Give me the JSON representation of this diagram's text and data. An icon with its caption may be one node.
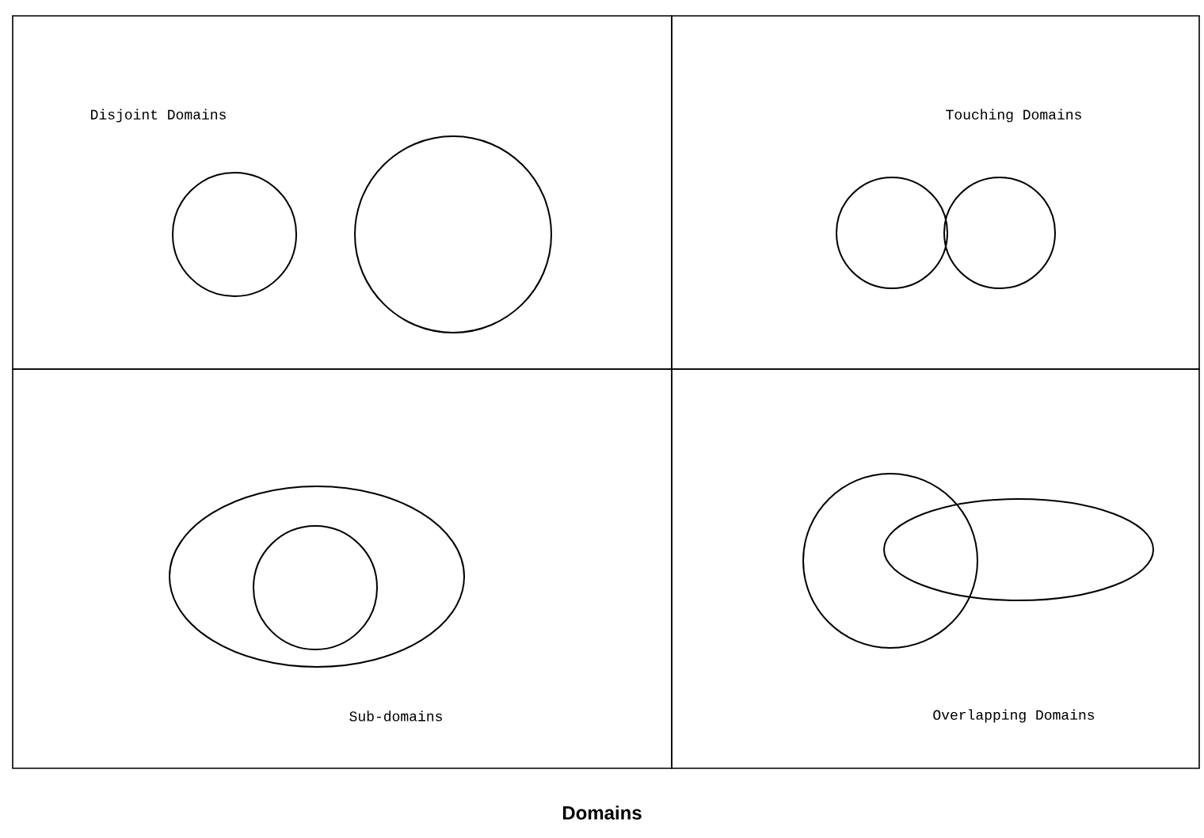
{
  "diagram": {
    "caption": "Domains",
    "nodes": [
      {
        "text": [
          "Disjoint Domains"
        ]
      },
      {
        "text": [],
        "shape": "circle",
        "in": 0
      },
      {
        "text": [],
        "shape": "circle",
        "in": 0
      },
      {
        "text": [
          "Touching Domains"
        ]
      },
      {
        "text": [],
        "shape": "circle",
        "in": 3
      },
      {
        "text": [],
        "shape": "circle",
        "in": 3
      },
      {
        "text": [
          "Sub-domains"
        ]
      },
      {
        "text": [],
        "shape": "ellipse",
        "in": 6
      },
      {
        "text": [],
        "shape": "circle",
        "in": 7
      },
      {
        "text": [
          "Overlapping Domains"
        ]
      },
      {
        "text": [],
        "shape": "circle",
        "in": 9
      },
      {
        "text": [],
        "shape": "ellipse",
        "in": 9
      }
    ]
  }
}
